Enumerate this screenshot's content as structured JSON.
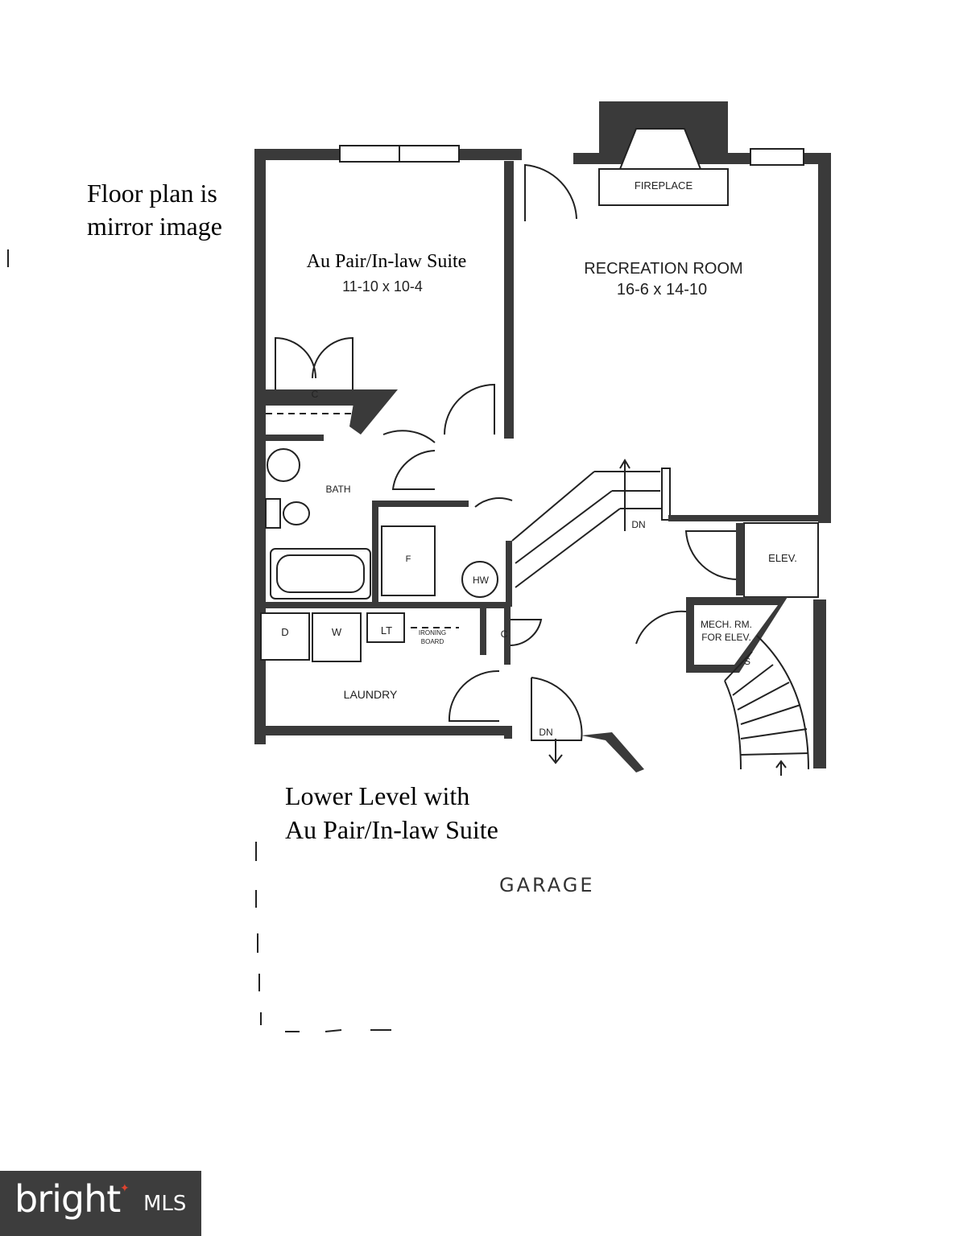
{
  "note": {
    "line1": "Floor plan is",
    "line2": "mirror image"
  },
  "caption": {
    "line1": "Lower Level with",
    "line2": "Au Pair/In-law Suite"
  },
  "rooms": {
    "suite": {
      "name": "Au Pair/In-law Suite",
      "dims": "11-10 x 10-4"
    },
    "recreation": {
      "name": "RECREATION ROOM",
      "dims": "16-6 x 14-10"
    },
    "fireplace": "FIREPLACE",
    "closet_suite": "C",
    "bath": "BATH",
    "furnace": "F",
    "water_heater": "HW",
    "dryer": "D",
    "washer": "W",
    "laundry_tub": "LT",
    "ironing_line1": "IRONING",
    "ironing_line2": "BOARD",
    "closet_hall": "C",
    "laundry": "LAUNDRY",
    "stairs_down_1": "DN",
    "stairs_down_2": "DN",
    "elevator": "ELEV.",
    "mech_line1": "MECH. RM.",
    "mech_line2": "FOR ELEV.",
    "stair_s": "S",
    "garage": "GARAGE"
  },
  "brand": {
    "name": "bright",
    "suffix": "MLS",
    "accent": "#e0432f",
    "bg": "#3d3d3d"
  }
}
